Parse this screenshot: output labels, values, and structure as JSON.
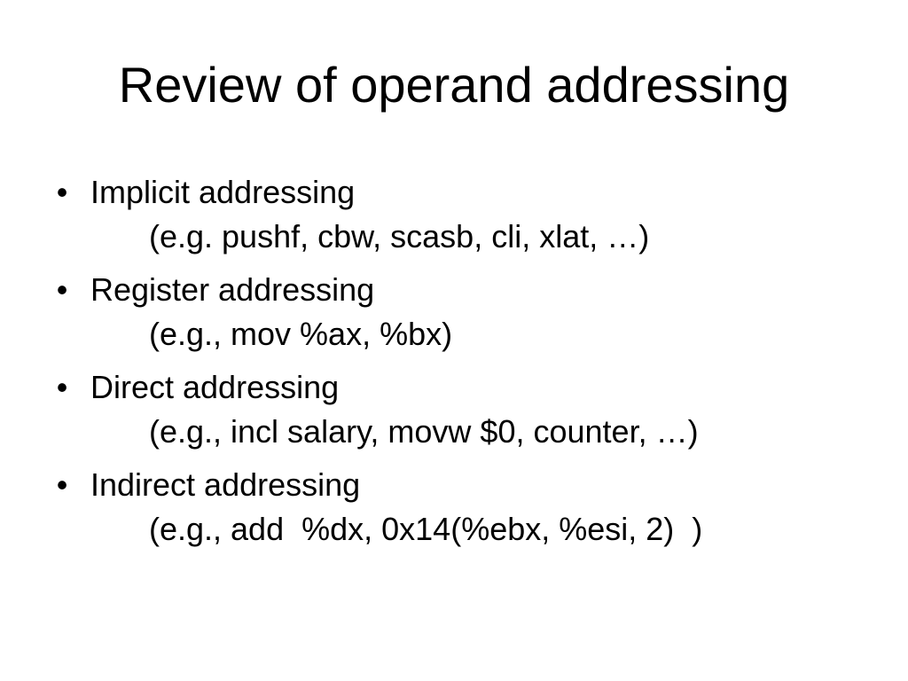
{
  "slide": {
    "title": "Review of operand addressing",
    "bullet_glyph": "•",
    "bullets": [
      {
        "heading": "Implicit addressing",
        "example": "(e.g. pushf, cbw, scasb, cli, xlat, …)"
      },
      {
        "heading": "Register addressing",
        "example": "(e.g., mov %ax, %bx)"
      },
      {
        "heading": "Direct addressing",
        "example": "(e.g., incl salary, movw $0, counter, …)"
      },
      {
        "heading": "Indirect addressing",
        "example": "(e.g., add  %dx, 0x14(%ebx, %esi, 2)  )"
      }
    ]
  }
}
